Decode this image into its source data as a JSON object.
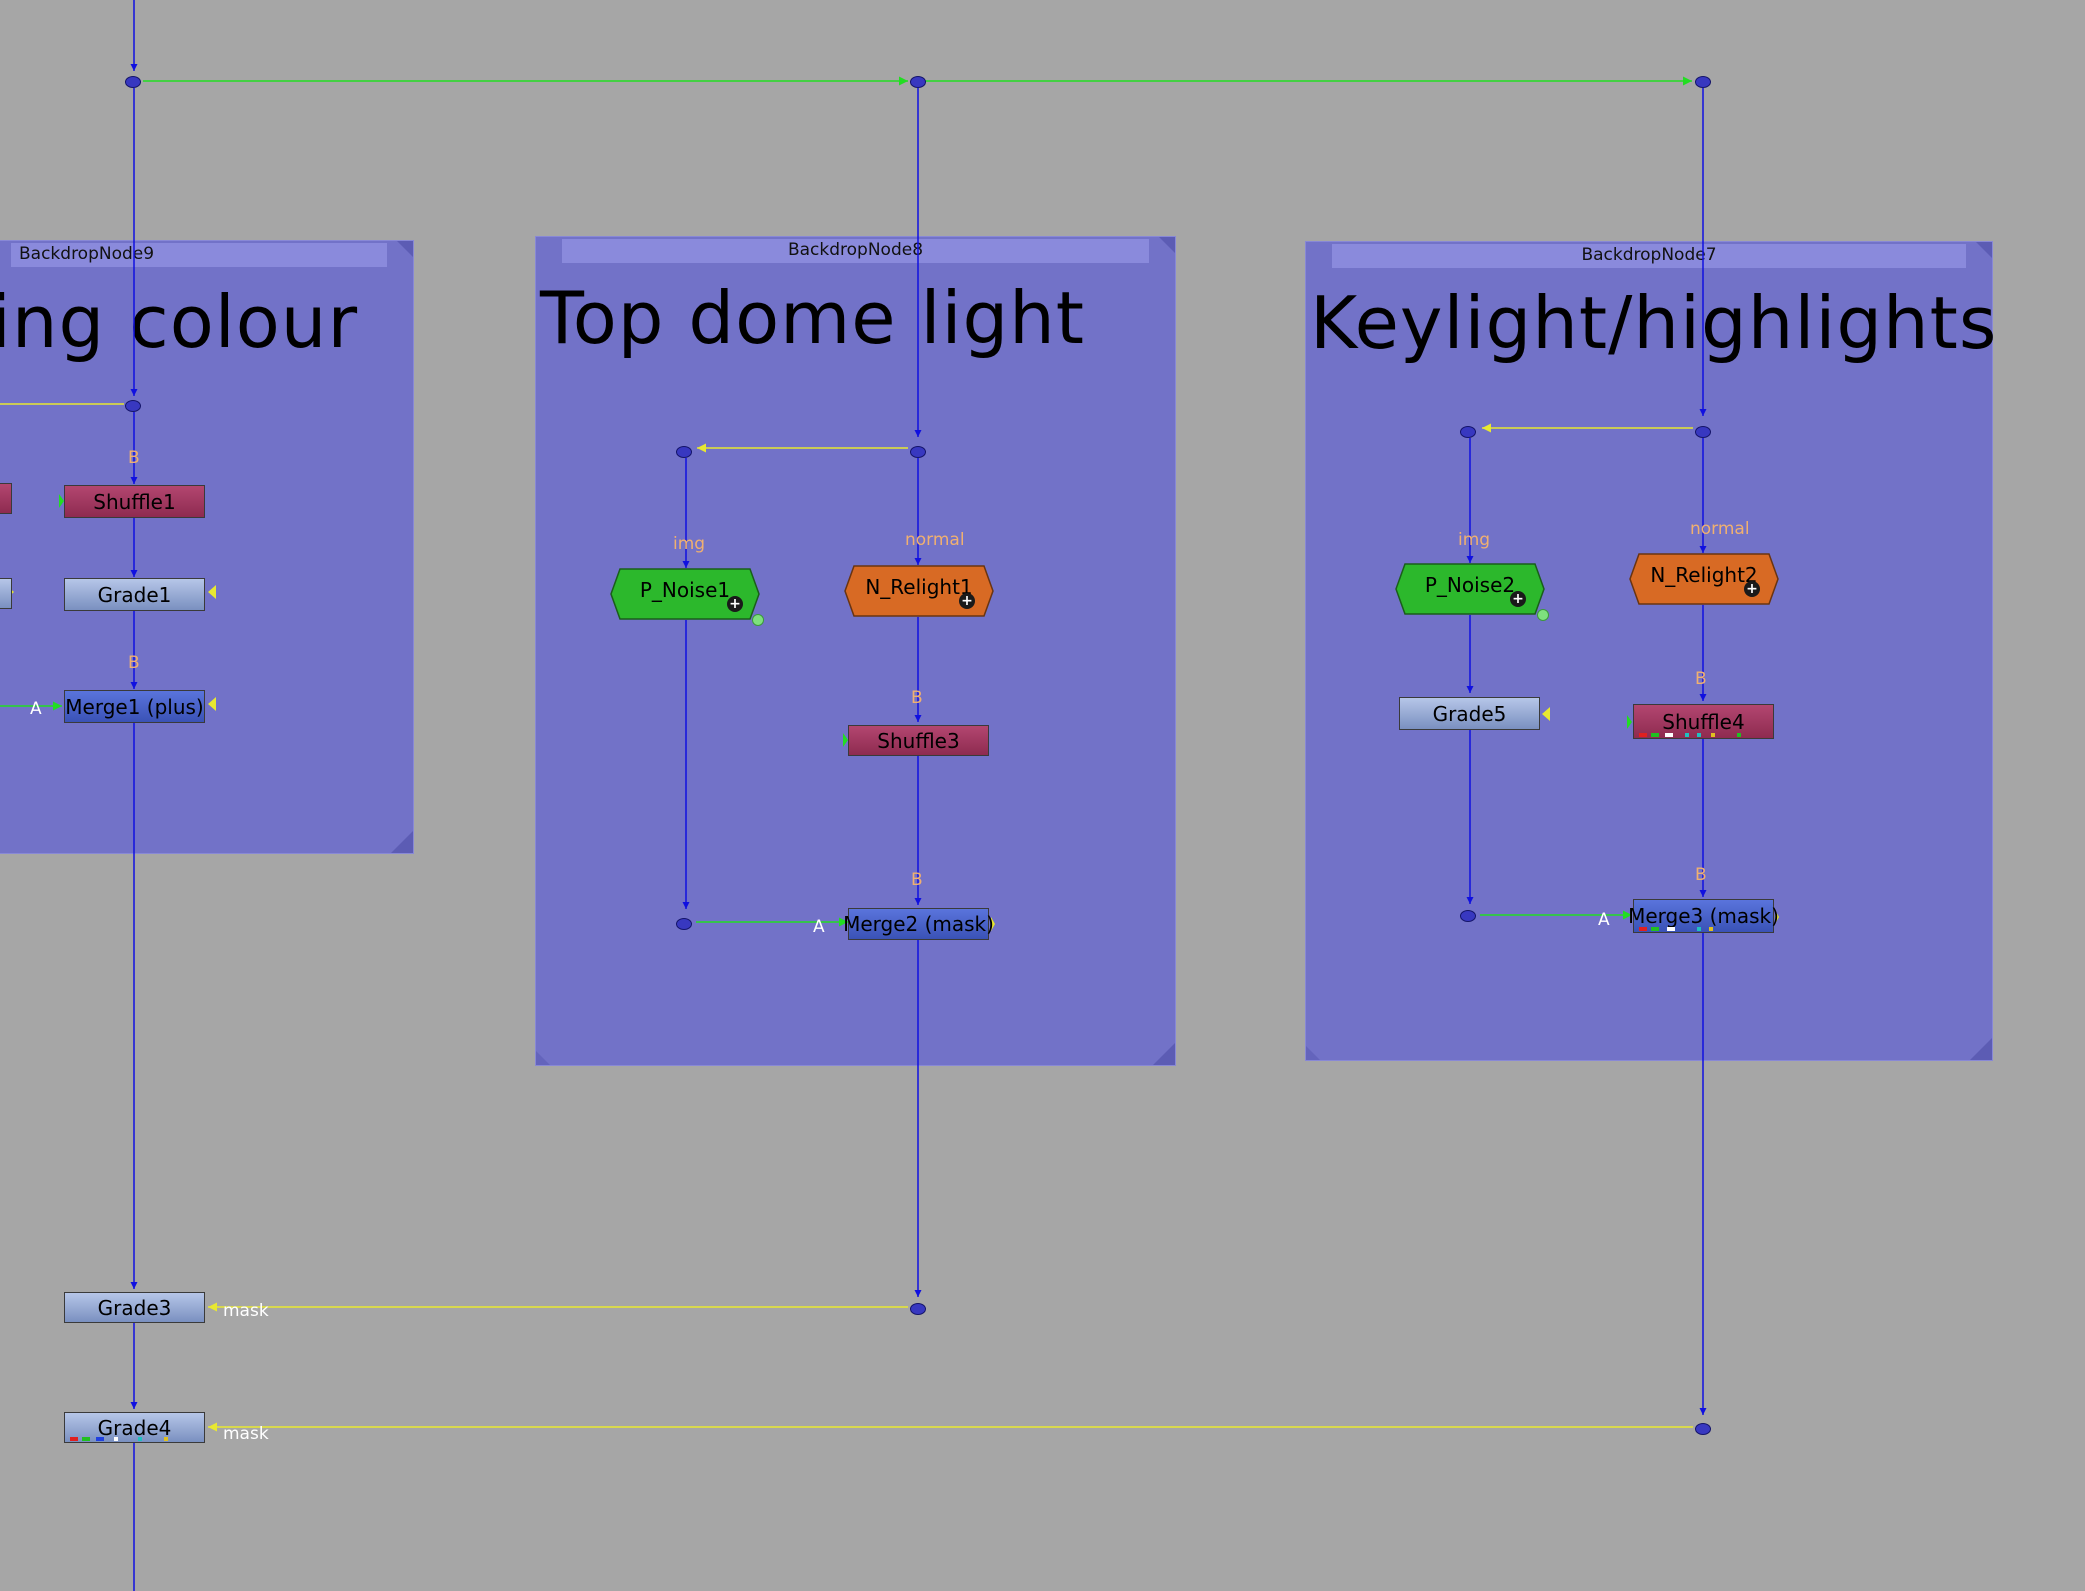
{
  "backdrops": {
    "bd9": {
      "label": "BackdropNode9",
      "title": "wing colour"
    },
    "bd8": {
      "label": "BackdropNode8",
      "title": "Top dome light"
    },
    "bd7": {
      "label": "BackdropNode7",
      "title": "Keylight/highlights"
    }
  },
  "nodes": {
    "shuffle1": "Shuffle1",
    "grade1": "Grade1",
    "merge1": "Merge1 (plus)",
    "p_noise1": "P_Noise1",
    "n_relight1": "N_Relight1",
    "shuffle3": "Shuffle3",
    "merge2": "Merge2 (mask)",
    "p_noise2": "P_Noise2",
    "n_relight2": "N_Relight2",
    "grade5": "Grade5",
    "shuffle4": "Shuffle4",
    "merge3": "Merge3 (mask)",
    "grade3": "Grade3",
    "grade4": "Grade4"
  },
  "inputs": {
    "b": "B",
    "a": "A",
    "img": "img",
    "normal": "normal",
    "mask": "mask"
  },
  "colors": {
    "canvas": "#a6a6a6",
    "backdrop": "#7272c8",
    "pipe": "#1010e0",
    "mask_pipe": "#e8e830",
    "expression_pipe": "#22dd22"
  }
}
